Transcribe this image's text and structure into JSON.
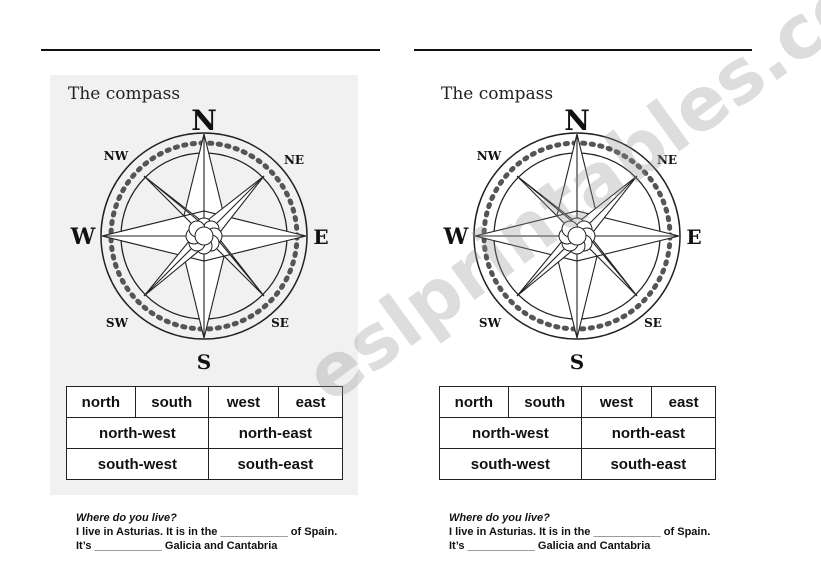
{
  "worksheet": {
    "title": "The compass",
    "directions": {
      "n": "N",
      "s": "S",
      "e": "E",
      "w": "W",
      "ne": "NE",
      "nw": "NW",
      "se": "SE",
      "sw": "SW"
    },
    "word_table": {
      "row1": [
        "north",
        "south",
        "west",
        "east"
      ],
      "row2": [
        "north-west",
        "north-east"
      ],
      "row3": [
        "south-west",
        "south-east"
      ]
    },
    "question": "Where do you live?",
    "line1": "I live in Asturias. It is in the ___________ of Spain.",
    "line2": "It’s ___________ Galicia and Cantabria"
  },
  "watermark": "eslprintables.com"
}
